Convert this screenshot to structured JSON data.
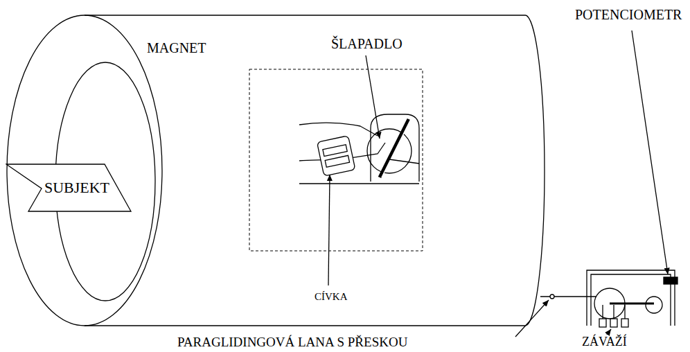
{
  "diagram": {
    "nodes": [
      {
        "text": [
          "SUBJEKT"
        ]
      }
    ],
    "labels": [
      "MAGNET",
      "ŠLAPADLO",
      "POTENCIOMETR",
      "CÍVKA",
      "ZÁVAŽÍ",
      "PARAGLIDINGOVÁ LANA S PŘESKOU"
    ]
  }
}
